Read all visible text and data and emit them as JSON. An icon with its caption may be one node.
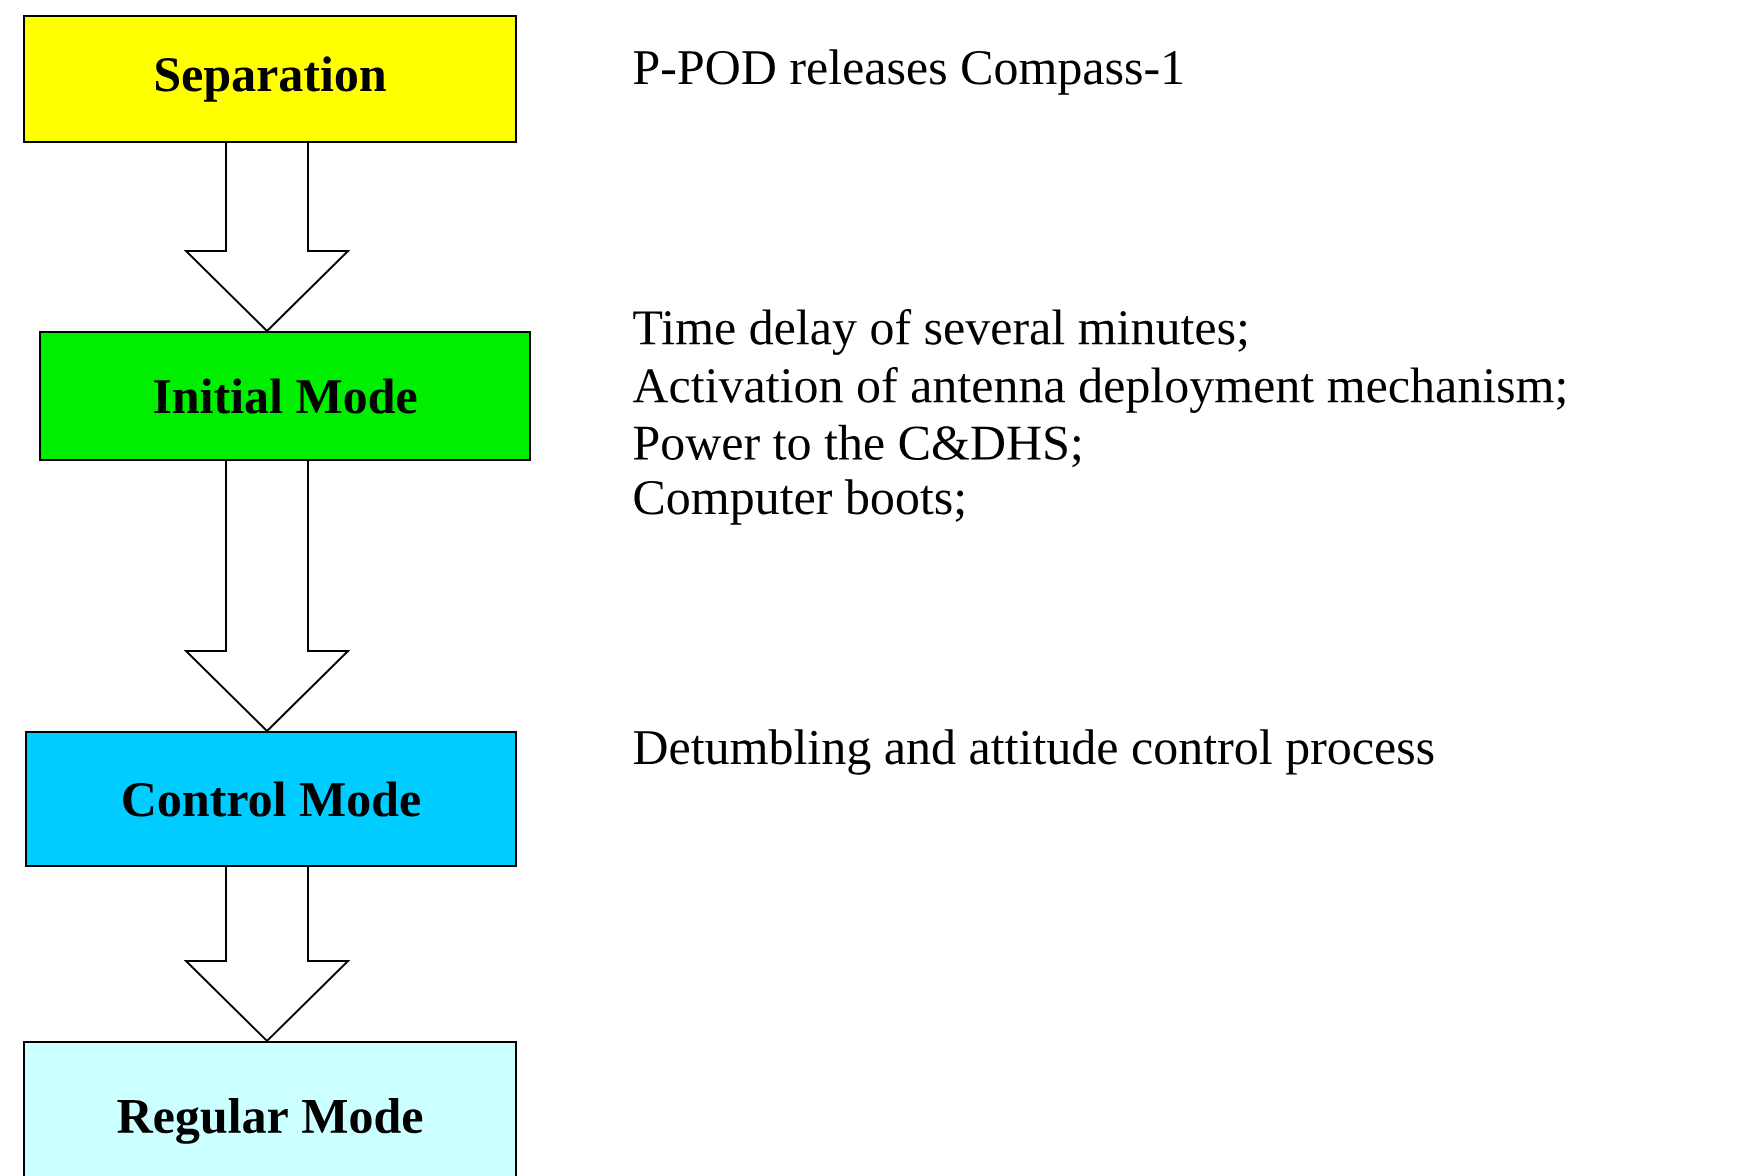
{
  "diagram": {
    "nodes": [
      {
        "text": [
          "Separation"
        ],
        "beside": [
          "P-POD releases Compass-1"
        ]
      },
      {
        "text": [
          "Initial Mode"
        ],
        "beside": [
          "Time delay of several minutes;",
          "Activation of antenna deployment mechanism;",
          "Power to the C&DHS;",
          "Computer boots;"
        ]
      },
      {
        "text": [
          "Control Mode"
        ],
        "beside": [
          "Detumbling and attitude control process"
        ]
      },
      {
        "text": [
          "Regular Mode"
        ]
      }
    ],
    "edges": [
      {
        "from": 0,
        "to": 1,
        "arrow": "to"
      },
      {
        "from": 1,
        "to": 2,
        "arrow": "to"
      },
      {
        "from": 2,
        "to": 3,
        "arrow": "to"
      }
    ]
  }
}
